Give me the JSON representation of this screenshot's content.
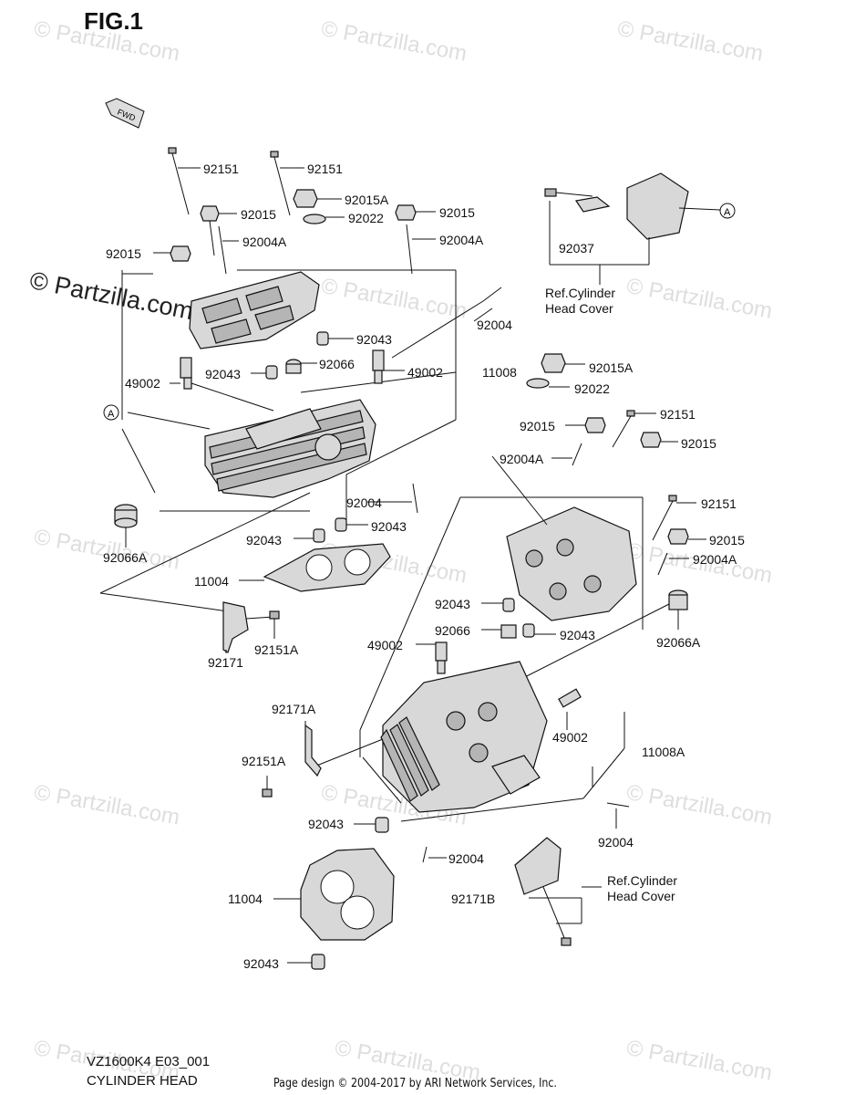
{
  "figure": {
    "title": "FIG.1",
    "forward_arrow": "FWD",
    "footer_code": "VZ1600K4 E03_001",
    "footer_name": "CYLINDER HEAD",
    "credit": "Page design © 2004-2017 by ARI Network Services, Inc."
  },
  "watermark": {
    "text": "© Partzilla.com",
    "main": "© Partzilla.com"
  },
  "callouts": {
    "circle_a": "A",
    "ref_cylinder_head_cover": "Ref.Cylinder\nHead Cover"
  },
  "labels": [
    "92151",
    "92151",
    "92015A",
    "92015",
    "92022",
    "92015",
    "92004A",
    "92004A",
    "92015",
    "92004",
    "92043",
    "92066",
    "92043",
    "49002",
    "49002",
    "11008",
    "92004",
    "92043",
    "92043",
    "92066A",
    "11004",
    "92171",
    "92151A",
    "92037",
    "92015A",
    "92022",
    "92151",
    "92015",
    "92015",
    "92004A",
    "92151",
    "92015",
    "92004A",
    "92066A",
    "92043",
    "92066",
    "92043",
    "49002",
    "49002",
    "11008A",
    "92171A",
    "92151A",
    "92043",
    "92004",
    "92004",
    "11004",
    "92171B",
    "92043"
  ]
}
